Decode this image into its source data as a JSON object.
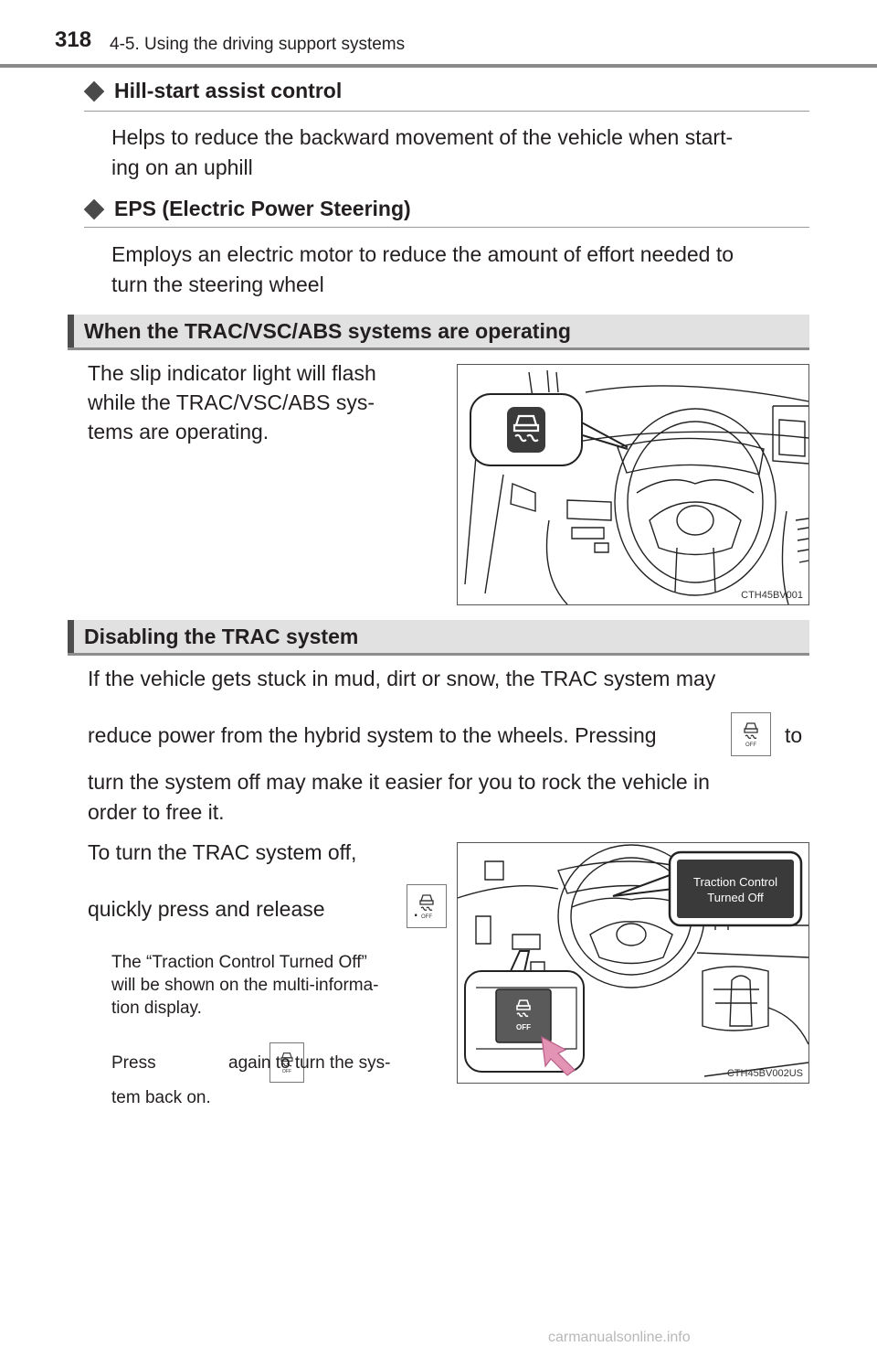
{
  "header": {
    "page_number": "318",
    "section": "4-5. Using the driving support systems"
  },
  "hill_start": {
    "heading": "Hill-start assist control",
    "line1": "Helps to reduce the backward movement of the vehicle when start-",
    "line2": "ing on an uphill"
  },
  "eps": {
    "heading": "EPS (Electric Power Steering)",
    "line1": "Employs an electric motor to reduce the amount of effort needed to",
    "line2": "turn the steering wheel"
  },
  "operating": {
    "title": "When the TRAC/VSC/ABS systems are operating",
    "line1": "The slip indicator light will flash",
    "line2": "while the TRAC/VSC/ABS sys-",
    "line3": "tems are operating.",
    "figure_code": "CTH45BV001"
  },
  "disabling": {
    "title": "Disabling the TRAC system",
    "line1": "If the vehicle gets stuck in mud, dirt or snow, the TRAC system may",
    "line2": "reduce power from the hybrid system to the wheels. Pressing",
    "line2_end": "to",
    "line3": "turn the system off may make it easier for you to rock the vehicle in",
    "line4": "order to free it.",
    "instr1": "To turn the TRAC system off,",
    "instr2": "quickly press and release",
    "instr2_end": ".",
    "note1": "The “Traction Control Turned Off”",
    "note2": "will be shown on the multi-informa-",
    "note3": "tion display.",
    "press1": "Press",
    "press2": "again to turn the sys-",
    "press3": "tem back on.",
    "display_line1": "Traction Control",
    "display_line2": "Turned Off",
    "switch_label": "OFF",
    "figure_code": "CTH45BV002US"
  },
  "footer": {
    "watermark": "carmanualsonline.info"
  }
}
